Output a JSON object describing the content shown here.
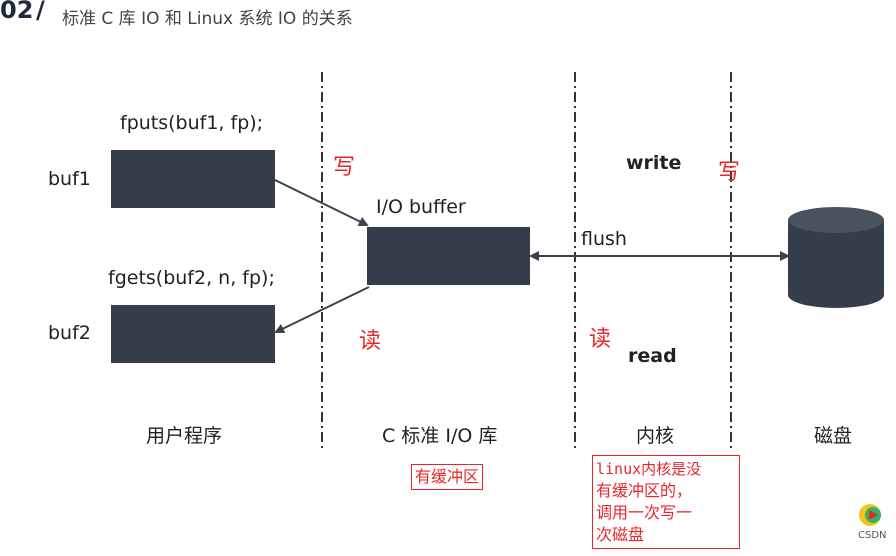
{
  "header": {
    "number": "02",
    "slash": "/",
    "title": "标准 C 库 IO 和 Linux 系统 IO 的关系"
  },
  "labels": {
    "buf1": "buf1",
    "buf2": "buf2",
    "fputs": "fputs(buf1, fp);",
    "fgets": "fgets(buf2, n, fp);",
    "io_buffer": "I/O buffer",
    "flush": "flush",
    "write": "write",
    "read": "read",
    "write_cn_left": "写",
    "write_cn_right": "写",
    "read_cn_left": "读",
    "read_cn_right": "读"
  },
  "columns": {
    "user_program": "用户程序",
    "c_io_lib": "C 标准 I/O 库",
    "kernel": "内核",
    "disk": "磁盘"
  },
  "notes": {
    "has_buffer": "有缓冲区",
    "kernel_note": [
      "linux内核是没",
      "有缓冲区的，",
      "调用一次写一",
      "次磁盘"
    ]
  },
  "watermark": "CSDN",
  "colors": {
    "box": "#353d4a",
    "red": "#e8262a",
    "line": "#3a4250"
  }
}
